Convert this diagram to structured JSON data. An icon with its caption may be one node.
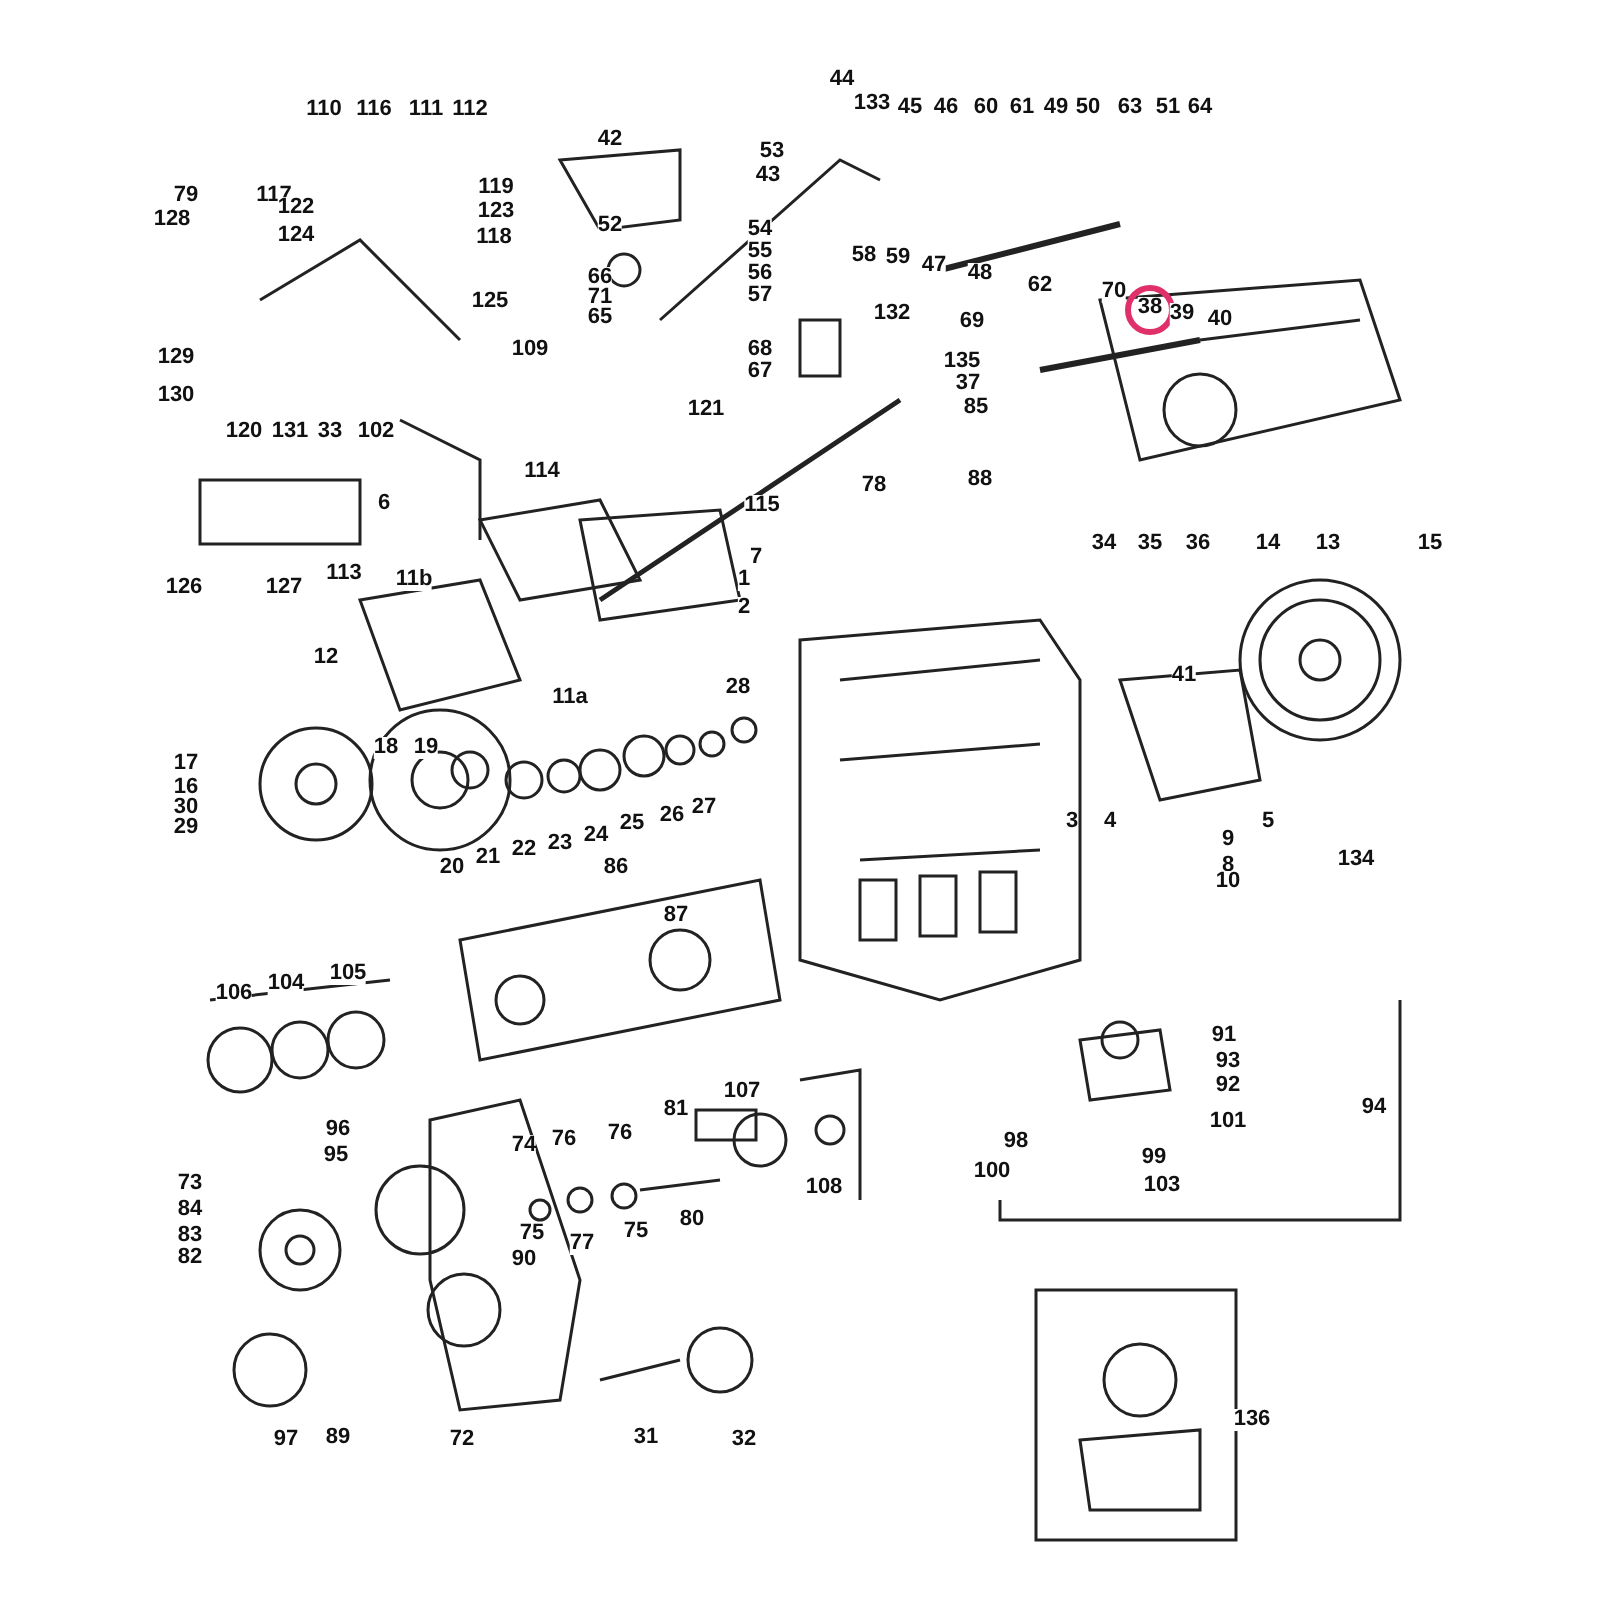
{
  "diagram": {
    "labels": [
      "110",
      "116",
      "111",
      "112",
      "79",
      "128",
      "117",
      "119",
      "122",
      "123",
      "124",
      "118",
      "129",
      "130",
      "120",
      "131",
      "33",
      "102",
      "125",
      "42",
      "52",
      "53",
      "43",
      "133",
      "44",
      "45",
      "46",
      "60",
      "61",
      "49",
      "50",
      "63",
      "51",
      "64",
      "54",
      "55",
      "56",
      "57",
      "58",
      "59",
      "47",
      "48",
      "62",
      "66",
      "71",
      "65",
      "132",
      "68",
      "67",
      "69",
      "70",
      "38",
      "39",
      "40",
      "135",
      "37",
      "85",
      "88",
      "109",
      "121",
      "114",
      "6",
      "115",
      "78",
      "7",
      "1",
      "2",
      "11b",
      "12",
      "11a",
      "113",
      "126",
      "127",
      "17",
      "16",
      "30",
      "29",
      "18",
      "19",
      "20",
      "21",
      "22",
      "23",
      "24",
      "25",
      "26",
      "27",
      "28",
      "34",
      "35",
      "36",
      "41",
      "14",
      "13",
      "15",
      "3",
      "4",
      "5",
      "9",
      "8",
      "10",
      "134",
      "86",
      "87",
      "106",
      "104",
      "105",
      "91",
      "93",
      "92",
      "101",
      "94",
      "98",
      "99",
      "100",
      "103",
      "107",
      "81",
      "108",
      "96",
      "95",
      "74",
      "76",
      "76",
      "73",
      "84",
      "83",
      "82",
      "75",
      "77",
      "75",
      "80",
      "90",
      "97",
      "89",
      "72",
      "31",
      "32",
      "136"
    ]
  }
}
